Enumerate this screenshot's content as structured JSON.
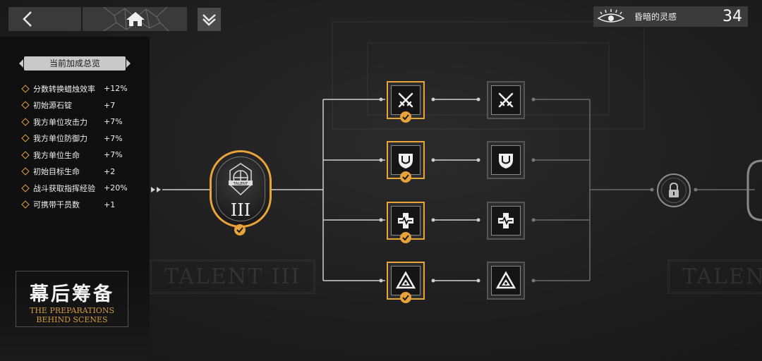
{
  "top_bar": {
    "back_icon": "chevron-left-icon",
    "home_icon": "home-icon",
    "extra_icon": "layers-icon"
  },
  "inspiration": {
    "icon": "eye-icon",
    "label": "昏暗的灵感",
    "value": "34"
  },
  "bonus_panel": {
    "header": "当前加成总览",
    "items": [
      {
        "name": "分数转换蜡烛效率",
        "value": "+12%"
      },
      {
        "name": "初始源石锭",
        "value": "+7"
      },
      {
        "name": "我方单位攻击力",
        "value": "+7%"
      },
      {
        "name": "我方单位防御力",
        "value": "+7%"
      },
      {
        "name": "我方单位生命",
        "value": "+7%"
      },
      {
        "name": "初始目标生命",
        "value": "+2"
      },
      {
        "name": "战斗获取指挥经验",
        "value": "+20%"
      },
      {
        "name": "可携带干员数",
        "value": "+1"
      }
    ]
  },
  "title_card": {
    "cn": "幕后筹备",
    "en_line1": "THE PREPARATIONS",
    "en_line2": "BEHIND SCENES"
  },
  "background": {
    "talent_left": "TALENT III",
    "talent_right": "TALENT"
  },
  "talent_tree": {
    "main_node": {
      "numeral": "III",
      "badge": "TALENT",
      "completed": true
    },
    "rows": [
      {
        "icon": "crossed-swords-icon",
        "tier1_completed": true,
        "tier2_completed": false
      },
      {
        "icon": "shield-icon",
        "tier1_completed": true,
        "tier2_completed": false
      },
      {
        "icon": "medical-cross-icon",
        "tier1_completed": true,
        "tier2_completed": false
      },
      {
        "icon": "triangle-eye-icon",
        "tier1_completed": true,
        "tier2_completed": false
      }
    ],
    "lock_node": {
      "icon": "lock-icon",
      "locked": true
    }
  },
  "colors": {
    "accent": "#e8a33a",
    "panel": "#3a3a3a"
  }
}
